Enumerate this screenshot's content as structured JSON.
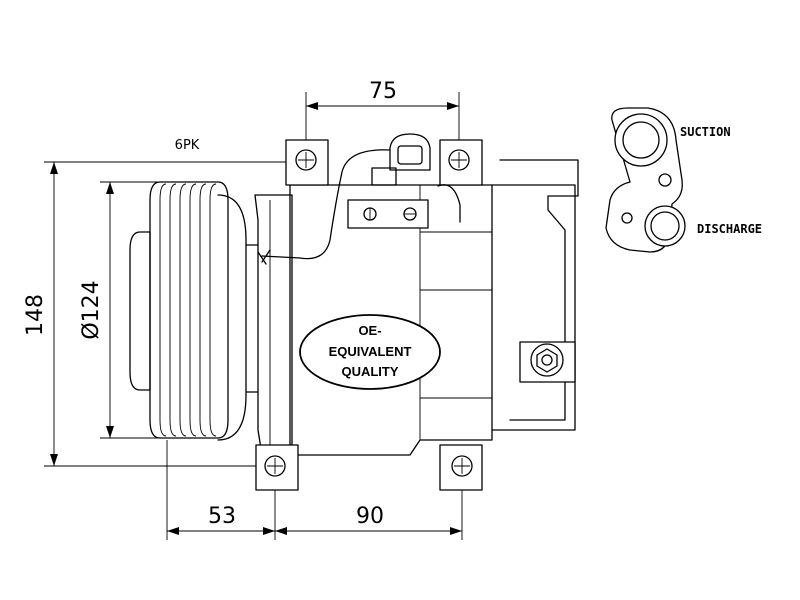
{
  "dimensions": {
    "top_width": "75",
    "height": "148",
    "pulley_diameter": "Ø124",
    "bottom_left": "53",
    "bottom_right": "90"
  },
  "pulley": {
    "belt_label": "6PK"
  },
  "badge": {
    "line1": "OE-",
    "line2": "EQUIVALENT",
    "line3": "QUALITY"
  },
  "ports": {
    "suction_label": "SUCTION",
    "discharge_label": "DISCHARGE"
  }
}
